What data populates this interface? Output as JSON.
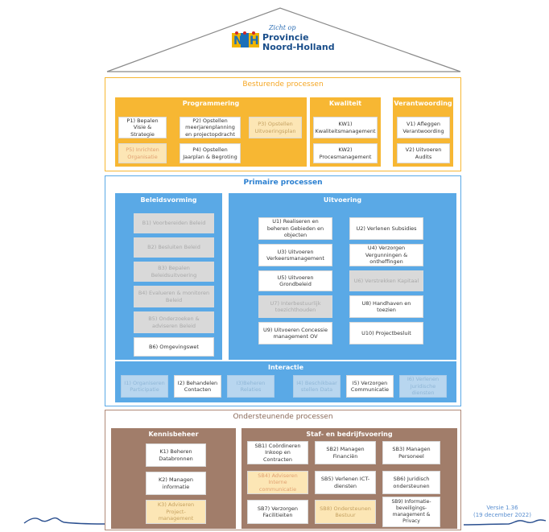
{
  "logo": {
    "tagline": "Zicht op",
    "line1": "Provincie",
    "line2": "Noord-Holland"
  },
  "besturend": {
    "title": "Besturende processen",
    "programmering": {
      "title": "Programmering",
      "items": [
        "P1) Bepalen Visie & Strategie",
        "P2) Opstellen meerjarenplanning en projectopdracht",
        "P3) Opstellen Uitvoeringsplan",
        "P5) Inrichten Organisatie",
        "P4) Opstellen Jaarplan & Begroting"
      ]
    },
    "kwaliteit": {
      "title": "Kwaliteit",
      "items": [
        "KW1) Kwaliteitsmanagement",
        "KW2) Procesmanagement"
      ]
    },
    "verantwoording": {
      "title": "Verantwoording",
      "items": [
        "V1) Afleggen Verantwoording",
        "V2) Uitvoeren Audits"
      ]
    }
  },
  "primaire": {
    "title": "Primaire processen",
    "beleidsvorming": {
      "title": "Beleidsvorming",
      "items": [
        "B1) Voorbereiden Beleid",
        "B2) Besluiten Beleid",
        "B3) Bepalen Beleidsuitvoering",
        "B4) Evalueren & monitoren Beleid",
        "B5) Onderzoeken & adviseren Beleid",
        "B6) Omgevingswet"
      ]
    },
    "uitvoering": {
      "title": "Uitvoering",
      "items": [
        "U1) Realiseren en beheren Gebieden en objecten",
        "U2) Verlenen Subsidies",
        "U3) Uitvoeren Verkeersmanagement",
        "U4) Verzorgen Vergunningen & ontheffingen",
        "U5) Uitvoeren Grondbeleid",
        "U6) Verstrekken Kapitaal",
        "U7) Interbestuurlijk toezichthouden",
        "U8) Handhaven en toezien",
        "U9) Uitvoeren Concessie management OV",
        "U10) Projectbesluit"
      ]
    },
    "interactie": {
      "title": "Interactie",
      "items": [
        "I1) Organiseren Participatie",
        "I2) Behandelen Contacten",
        "I3)Beheren Relaties",
        "I4) Beschikbaar stellen Data",
        "I5) Verzorgen Communicatie",
        "I6) Verlenen Juridische diensten"
      ]
    }
  },
  "ondersteunende": {
    "title": "Ondersteunende processen",
    "kennisbeheer": {
      "title": "Kennisbeheer",
      "items": [
        "K1) Beheren Databronnen",
        "K2) Managen informatie",
        "K3) Adviseren Project-management"
      ]
    },
    "staf": {
      "title": "Staf- en bedrijfsvoering",
      "items": [
        "SB1) Coördineren Inkoop en Contracten",
        "SB2) Managen Financiën",
        "SB3) Managen Personeel",
        "SB4) Adviseren Interne communicatie",
        "SB5) Verlenen ICT-diensten",
        "SB6) Juridisch ondersteunen",
        "SB7) Verzorgen Facilitieiten",
        "SB8) Ondersteunen Bestuur",
        "SB9) Informatie-beveiligings-management & Privacy"
      ]
    }
  },
  "version": {
    "line1": "Versie 1.36",
    "line2": "(19 december 2022)"
  },
  "colors": {
    "orange": "#f7b733",
    "blue": "#5aa9e6",
    "brown": "#a17d6a"
  }
}
